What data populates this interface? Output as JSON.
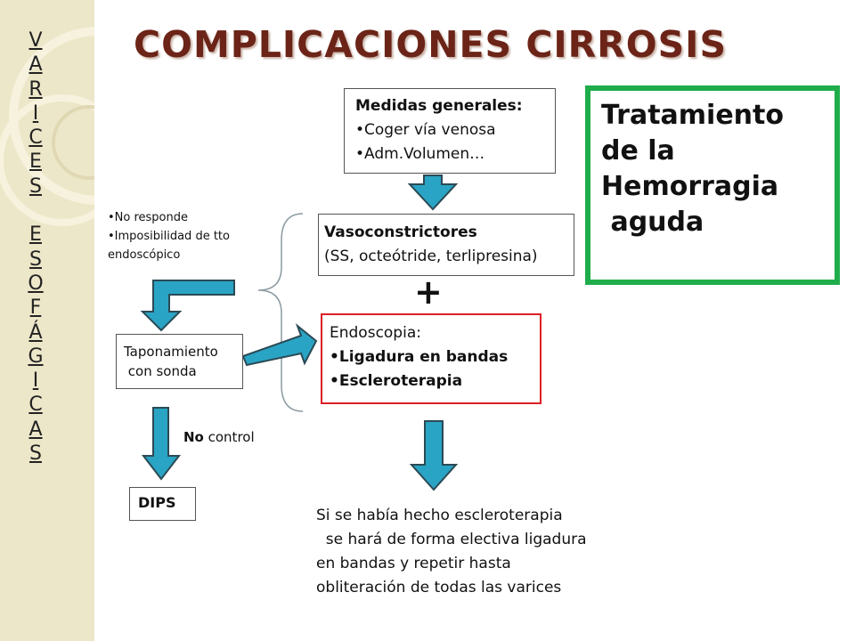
{
  "title": "COMPLICACIONES CIRROSIS",
  "vertical_title": [
    "V",
    "A",
    "R",
    "I",
    "C",
    "E",
    "S",
    " ",
    "E",
    "S",
    "O",
    "F",
    "Á",
    "G",
    "I",
    "C",
    "A",
    "S"
  ],
  "medidas": {
    "heading": "Medidas generales:",
    "items": [
      "•Coger vía venosa",
      "•Adm.Volumen…"
    ]
  },
  "vasoconstrictores": {
    "heading": "Vasoconstrictores",
    "detail": "(SS, octeótride, terlipresina)"
  },
  "plus": "+",
  "endoscopia": {
    "heading": "Endoscopia:",
    "items": [
      "•Ligadura en bandas",
      "•Escleroterapia"
    ]
  },
  "tratamiento": [
    "Tratamiento",
    "de la",
    "Hemorragia",
    " aguda"
  ],
  "no_responde": [
    "•No responde",
    "•Imposibilidad de tto",
    "endoscópico"
  ],
  "taponamiento": [
    "Taponamiento",
    " con sonda"
  ],
  "no_control": {
    "bold": "No",
    "rest": " control"
  },
  "dips": "DIPS",
  "result": [
    "Si se había hecho escleroterapia",
    "  se hará de forma electiva ligadura",
    "en bandas y repetir hasta",
    "obliteración de todas las varices"
  ],
  "colors": {
    "title": "#6b2417",
    "arrow_fill": "#2aa4c4",
    "arrow_stroke": "#2b4a55",
    "green_border": "#1fad4b",
    "red_border": "#dd1f26",
    "sidebar": "#ede7c9"
  }
}
